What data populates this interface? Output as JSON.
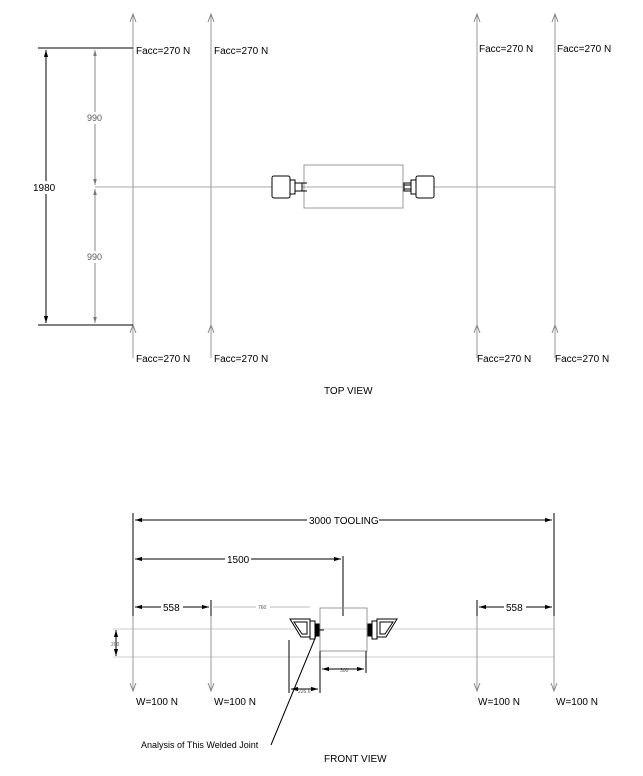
{
  "top_view": {
    "force_labels": {
      "top_1": "Facc=270 N",
      "top_2": "Facc=270 N",
      "top_3": "Facc=270 N",
      "top_4": "Facc=270 N",
      "bottom_1": "Facc=270 N",
      "bottom_2": "Facc=270 N",
      "bottom_3": "Facc=270 N",
      "bottom_4": "Facc=270 N"
    },
    "dim_total": "1980",
    "dim_upper_half": "990",
    "dim_lower_half": "990",
    "caption": "TOP VIEW"
  },
  "front_view": {
    "dim_tooling": "3000 TOOLING",
    "dim_1500": "1500",
    "dim_left_558": "558",
    "dim_right_558": "558",
    "dim_760": "760",
    "dim_height_small": "200",
    "dim_226": "226.6",
    "dim_300": "300",
    "weight_labels": {
      "w1": "W=100 N",
      "w2": "W=100 N",
      "w3": "W=100 N",
      "w4": "W=100 N"
    },
    "annotation": "Analysis of This Welded Joint",
    "caption": "FRONT VIEW"
  }
}
